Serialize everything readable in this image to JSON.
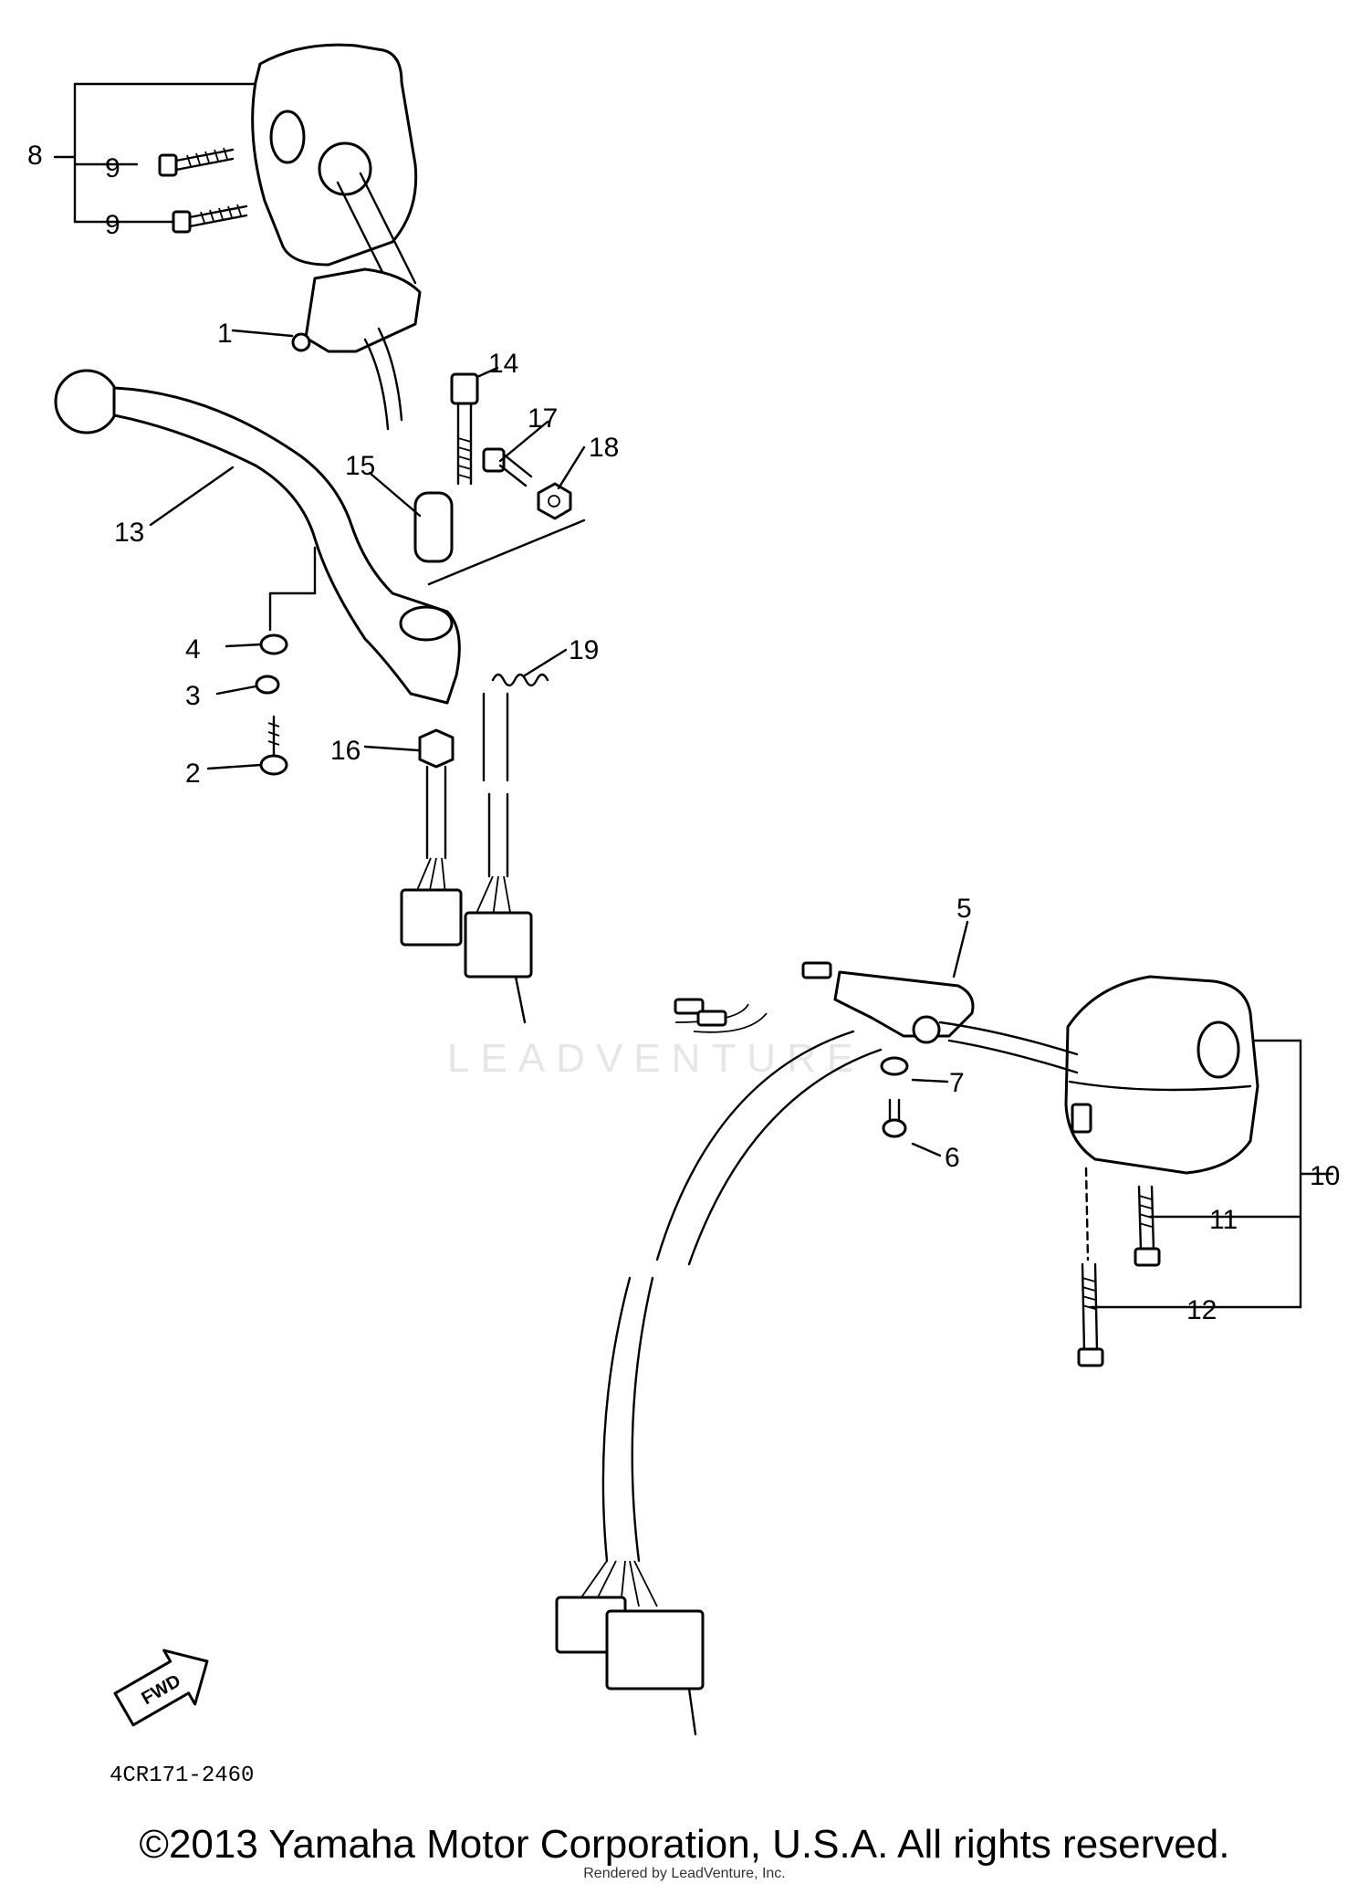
{
  "diagram": {
    "callouts": [
      "1",
      "2",
      "3",
      "4",
      "5",
      "6",
      "7",
      "8",
      "9",
      "9",
      "10",
      "11",
      "12",
      "13",
      "14",
      "15",
      "16",
      "17",
      "18",
      "19"
    ],
    "fwd_label": "FWD",
    "figure_number": "4CR171-2460",
    "copyright": "©2013 Yamaha Motor Corporation, U.S.A. All rights reserved.",
    "watermark": "LEADVENTURE",
    "rendered_by": "Rendered by LeadVenture, Inc."
  }
}
